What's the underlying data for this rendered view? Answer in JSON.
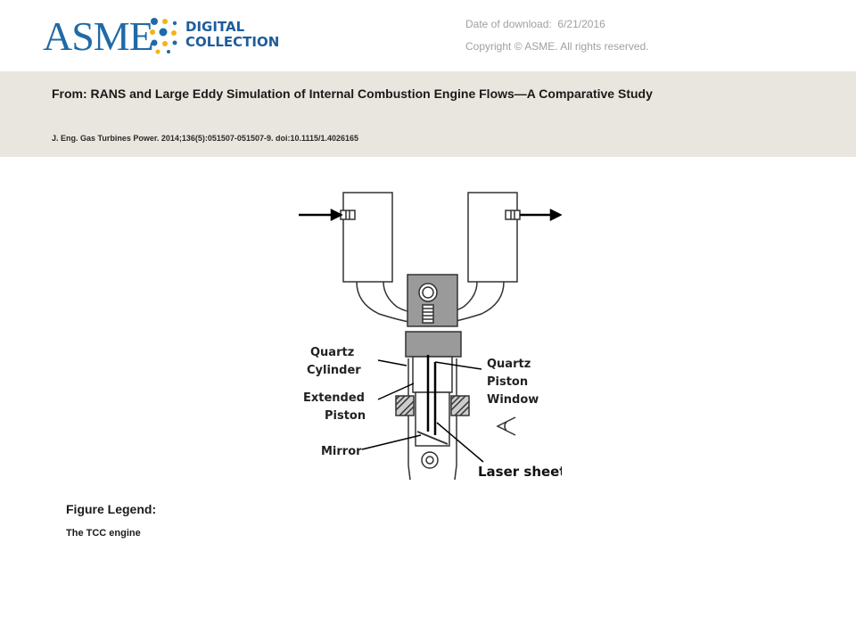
{
  "header": {
    "logo_wordmark": "ASME",
    "logo_line1": "DIGITAL",
    "logo_line2": "COLLECTION",
    "download_label": "Date of download:",
    "download_date": "6/21/2016",
    "copyright": "Copyright © ASME. All rights reserved."
  },
  "article": {
    "title": "From: RANS and Large Eddy Simulation of Internal Combustion Engine Flows—A Comparative Study",
    "citation": "J. Eng. Gas Turbines Power. 2014;136(5):051507-051507-9. doi:10.1115/1.4026165"
  },
  "figure": {
    "labels": {
      "quartz_cylinder_1": "Quartz",
      "quartz_cylinder_2": "Cylinder",
      "extended_piston_1": "Extended",
      "extended_piston_2": "Piston",
      "mirror": "Mirror",
      "quartz_window_1": "Quartz",
      "quartz_window_2": "Piston",
      "quartz_window_3": "Window",
      "laser_sheet": "Laser sheet"
    }
  },
  "legend": {
    "heading": "Figure Legend:",
    "text": "The TCC engine"
  },
  "colors": {
    "brand_blue": "#1f6aa8",
    "dot_yellow": "#f2b31b",
    "banner_bg": "#e8e6de"
  }
}
